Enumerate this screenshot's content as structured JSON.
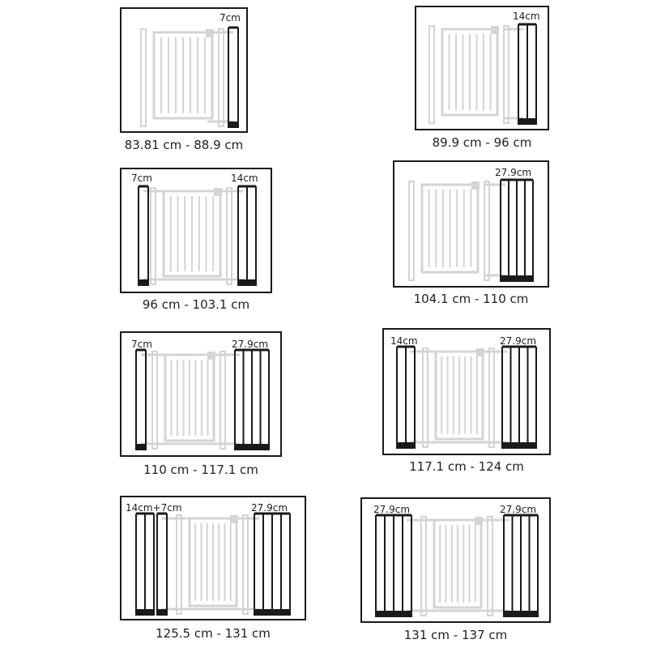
{
  "configurations": [
    {
      "id": "c1",
      "range": "83.81 cm - 88.9 cm",
      "left_label": "",
      "right_label": "7cm"
    },
    {
      "id": "c2",
      "range": "89.9 cm - 96 cm",
      "left_label": "",
      "right_label": "14cm"
    },
    {
      "id": "c3",
      "range": "96 cm - 103.1 cm",
      "left_label": "7cm",
      "right_label": "14cm"
    },
    {
      "id": "c4",
      "range": "104.1 cm - 110 cm",
      "left_label": "",
      "right_label": "27.9cm"
    },
    {
      "id": "c5",
      "range": "110 cm - 117.1 cm",
      "left_label": "7cm",
      "right_label": "27.9cm"
    },
    {
      "id": "c6",
      "range": "117.1 cm - 124 cm",
      "left_label": "14cm",
      "right_label": "27.9cm"
    },
    {
      "id": "c7",
      "range": "125.5 cm - 131 cm",
      "left_label": "14cm+7cm",
      "right_label": "27.9cm"
    },
    {
      "id": "c8",
      "range": "131 cm - 137 cm",
      "left_label": "27.9cm",
      "right_label": "27.9cm"
    }
  ],
  "colors": {
    "frame": "#1a1a1a",
    "gate": "#d4d4d4",
    "extension": "#1a1a1a",
    "text": "#1e1e1e"
  }
}
